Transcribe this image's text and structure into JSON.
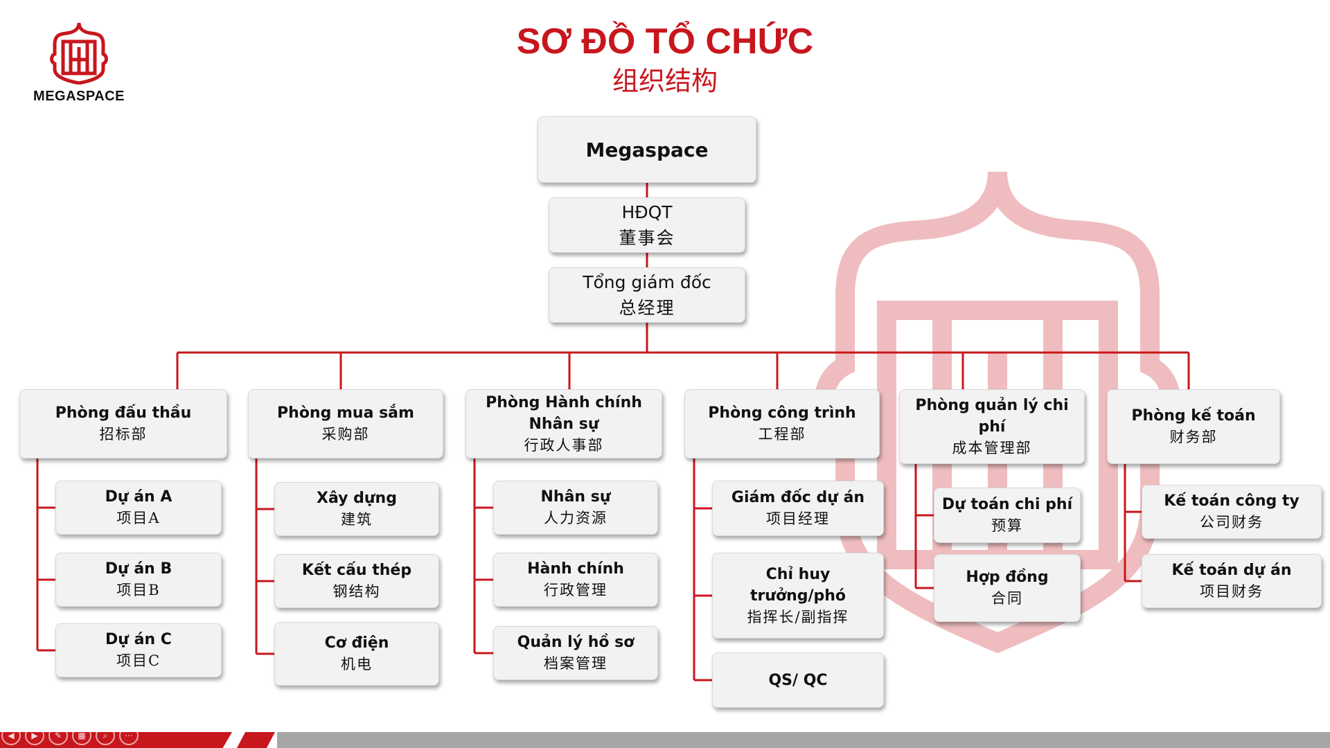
{
  "brand": {
    "name": "MEGASPACE",
    "color": "#c8161d"
  },
  "title": {
    "vi": "SƠ ĐỒ TỔ CHỨC",
    "zh": "组织结构"
  },
  "root": {
    "vi": "Megaspace"
  },
  "board": {
    "vi": "HĐQT",
    "zh": "董事会"
  },
  "ceo": {
    "vi": "Tổng giám đốc",
    "zh": "总经理"
  },
  "departments": [
    {
      "vi": "Phòng đấu thầu",
      "zh": "招标部",
      "children": [
        {
          "vi": "Dự án A",
          "zh": "项目A"
        },
        {
          "vi": "Dự án B",
          "zh": "项目B"
        },
        {
          "vi": "Dự án C",
          "zh": "项目C"
        }
      ]
    },
    {
      "vi": "Phòng mua sắm",
      "zh": "采购部",
      "children": [
        {
          "vi": "Xây dựng",
          "zh": "建筑"
        },
        {
          "vi": "Kết cấu thép",
          "zh": "钢结构"
        },
        {
          "vi": "Cơ điện",
          "zh": "机电"
        }
      ]
    },
    {
      "vi": "Phòng Hành chính\nNhân sự",
      "zh": "行政人事部",
      "children": [
        {
          "vi": "Nhân sự",
          "zh": "人力资源"
        },
        {
          "vi": "Hành chính",
          "zh": "行政管理"
        },
        {
          "vi": "Quản lý hồ sơ",
          "zh": "档案管理"
        }
      ]
    },
    {
      "vi": "Phòng công trình",
      "zh": "工程部",
      "children": [
        {
          "vi": "Giám đốc dự án",
          "zh": "项目经理"
        },
        {
          "vi": "Chỉ huy\ntrưởng/phó",
          "zh": "指挥长/副指挥"
        },
        {
          "vi": "QS/ QC",
          "zh": ""
        }
      ]
    },
    {
      "vi": "Phòng quản lý chi phí",
      "zh": "成本管理部",
      "children": [
        {
          "vi": "Dự toán chi phí",
          "zh": "预算"
        },
        {
          "vi": "Hợp đồng",
          "zh": "合同"
        }
      ]
    },
    {
      "vi": "Phòng kế toán",
      "zh": "财务部",
      "children": [
        {
          "vi": "Kế toán công ty",
          "zh": "公司财务"
        },
        {
          "vi": "Kế toán dự án",
          "zh": "项目财务"
        }
      ]
    }
  ],
  "slideshow_controls": [
    "prev-icon",
    "next-icon",
    "pen-icon",
    "slides-icon",
    "zoom-icon",
    "more-icon"
  ]
}
